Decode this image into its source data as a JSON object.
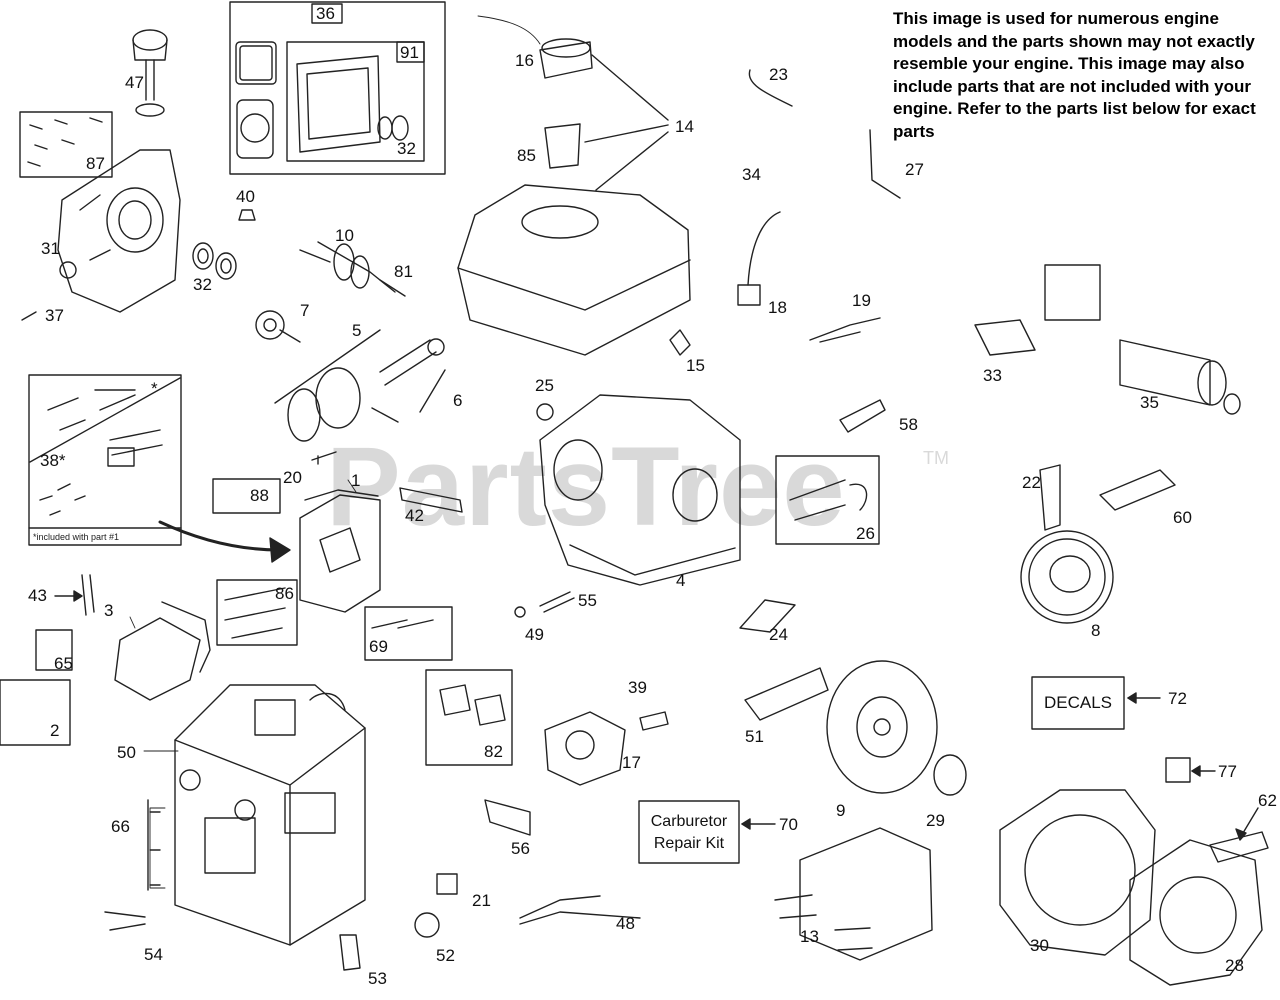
{
  "watermark": {
    "brand": "PartsTree",
    "trademark": "TM"
  },
  "notice": "This image is used for numerous engine models and the parts shown may not exactly resemble your engine. This image may also include parts that are not included with your engine. Refer to the parts list below for exact parts",
  "boxes": {
    "decals": "DECALS",
    "carb_kit_line1": "Carburetor",
    "carb_kit_line2": "Repair Kit"
  },
  "footnote": "*included with part #1",
  "labels": {
    "p1": "1",
    "p2": "2",
    "p3": "3",
    "p4": "4",
    "p5": "5",
    "p6": "6",
    "p7": "7",
    "p8": "8",
    "p9": "9",
    "p10": "10",
    "p13": "13",
    "p14": "14",
    "p15": "15",
    "p16": "16",
    "p17": "17",
    "p18": "18",
    "p19": "19",
    "p20": "20",
    "p21": "21",
    "p22": "22",
    "p23": "23",
    "p24": "24",
    "p25": "25",
    "p26": "26",
    "p27": "27",
    "p28": "28",
    "p29": "29",
    "p30": "30",
    "p31": "31",
    "p32a": "32",
    "p32b": "32",
    "p33": "33",
    "p34": "34",
    "p35": "35",
    "p36": "36",
    "p37": "37",
    "p38": "38*",
    "p38star": "*",
    "p39": "39",
    "p40": "40",
    "p42": "42",
    "p43": "43",
    "p47": "47",
    "p48": "48",
    "p49": "49",
    "p50": "50",
    "p51": "51",
    "p52": "52",
    "p53": "53",
    "p54": "54",
    "p55": "55",
    "p56": "56",
    "p58": "58",
    "p60": "60",
    "p62": "62",
    "p65": "65",
    "p66": "66",
    "p69": "69",
    "p70": "70",
    "p72": "72",
    "p77": "77",
    "p81": "81",
    "p82": "82",
    "p85": "85",
    "p86": "86",
    "p87": "87",
    "p88": "88",
    "p91": "91"
  }
}
